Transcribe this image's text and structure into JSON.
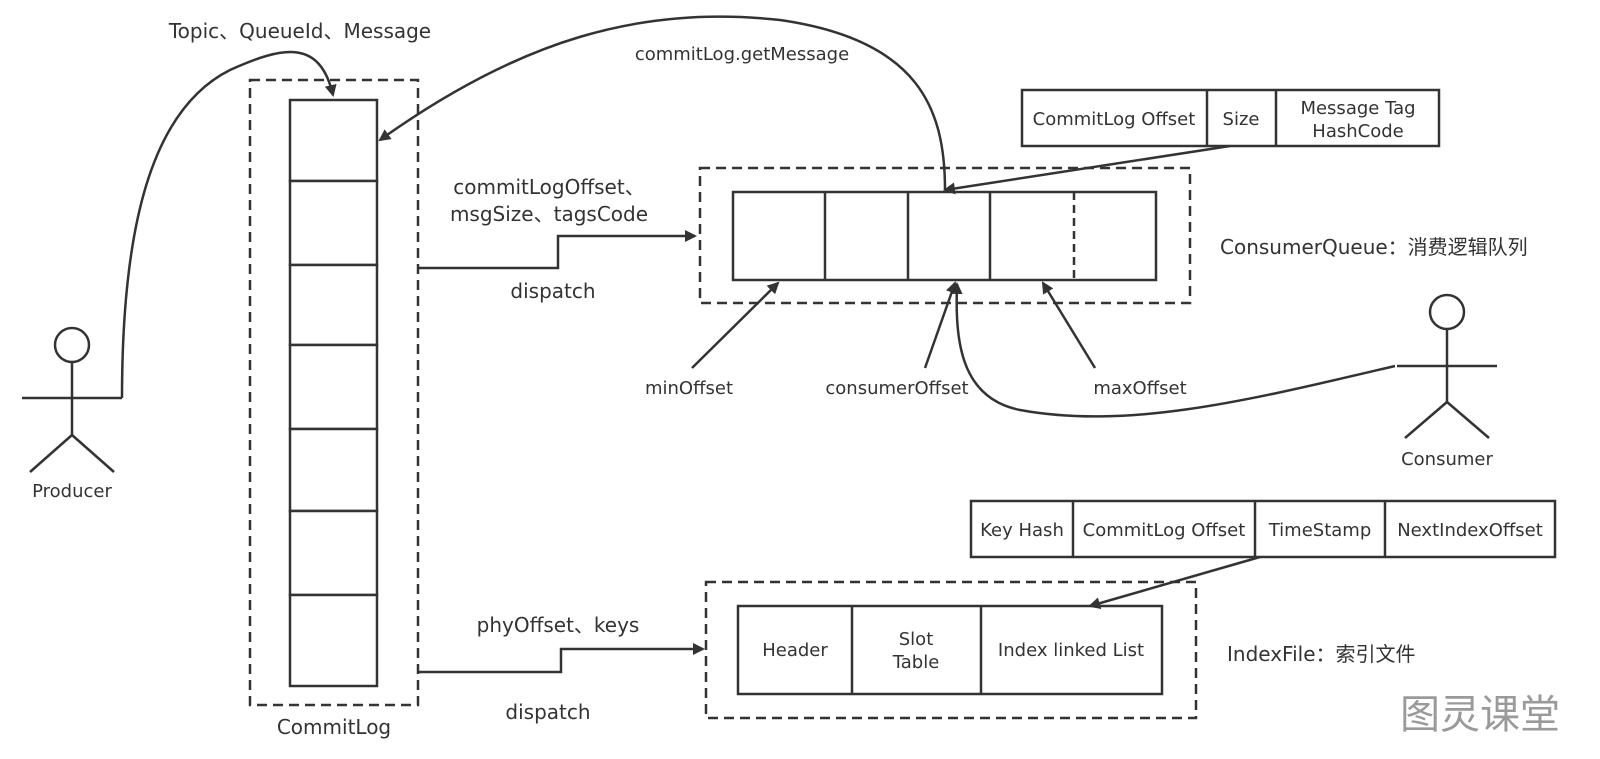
{
  "producer": {
    "label": "Producer"
  },
  "consumer": {
    "label": "Consumer"
  },
  "commitlog": {
    "label": "CommitLog",
    "input_label": "Topic、QueueId、Message",
    "getmessage_label": "commitLog.getMessage"
  },
  "consumequeue": {
    "label": "ConsumerQueue：消费逻辑队列",
    "dispatch_fields": [
      "commitLogOffset、",
      "msgSize、tagsCode"
    ],
    "dispatch": "dispatch",
    "entry_fields": [
      "CommitLog Offset",
      "Size",
      "Message Tag",
      "HashCode"
    ],
    "offsets": {
      "min": "minOffset",
      "consumer": "consumerOffset",
      "max": "maxOffset"
    }
  },
  "indexfile": {
    "label": "IndexFile：索引文件",
    "dispatch_fields": "phyOffset、keys",
    "dispatch": "dispatch",
    "cells": [
      "Header",
      "Slot",
      "Table",
      "Index linked List"
    ],
    "entry_fields": [
      "Key Hash",
      "CommitLog Offset",
      "TimeStamp",
      "NextIndexOffset"
    ]
  },
  "watermark": "图灵课堂"
}
